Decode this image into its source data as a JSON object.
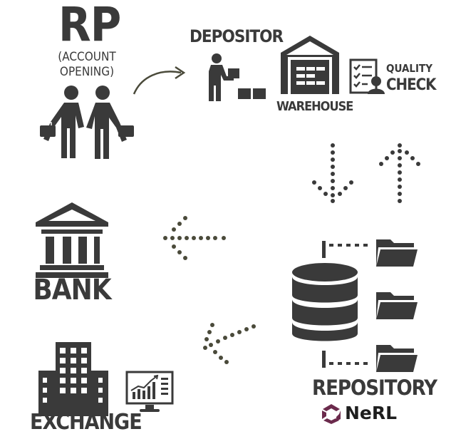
{
  "rp": {
    "title": "RP",
    "subtitle_line1": "(ACCOUNT",
    "subtitle_line2": "OPENING)"
  },
  "depositor": {
    "label": "DEPOSITOR"
  },
  "warehouse": {
    "label": "WAREHOUSE"
  },
  "quality_check": {
    "line1": "QUALITY",
    "line2": "CHECK"
  },
  "bank": {
    "label": "BANK"
  },
  "exchange": {
    "label": "EXCHANGE"
  },
  "repository": {
    "label": "REPOSITORY",
    "brand": "NeRL",
    "brand_color": "#6b2a4c"
  },
  "colors": {
    "dark": "#3a3a3a",
    "olive": "#4a4a3a"
  }
}
